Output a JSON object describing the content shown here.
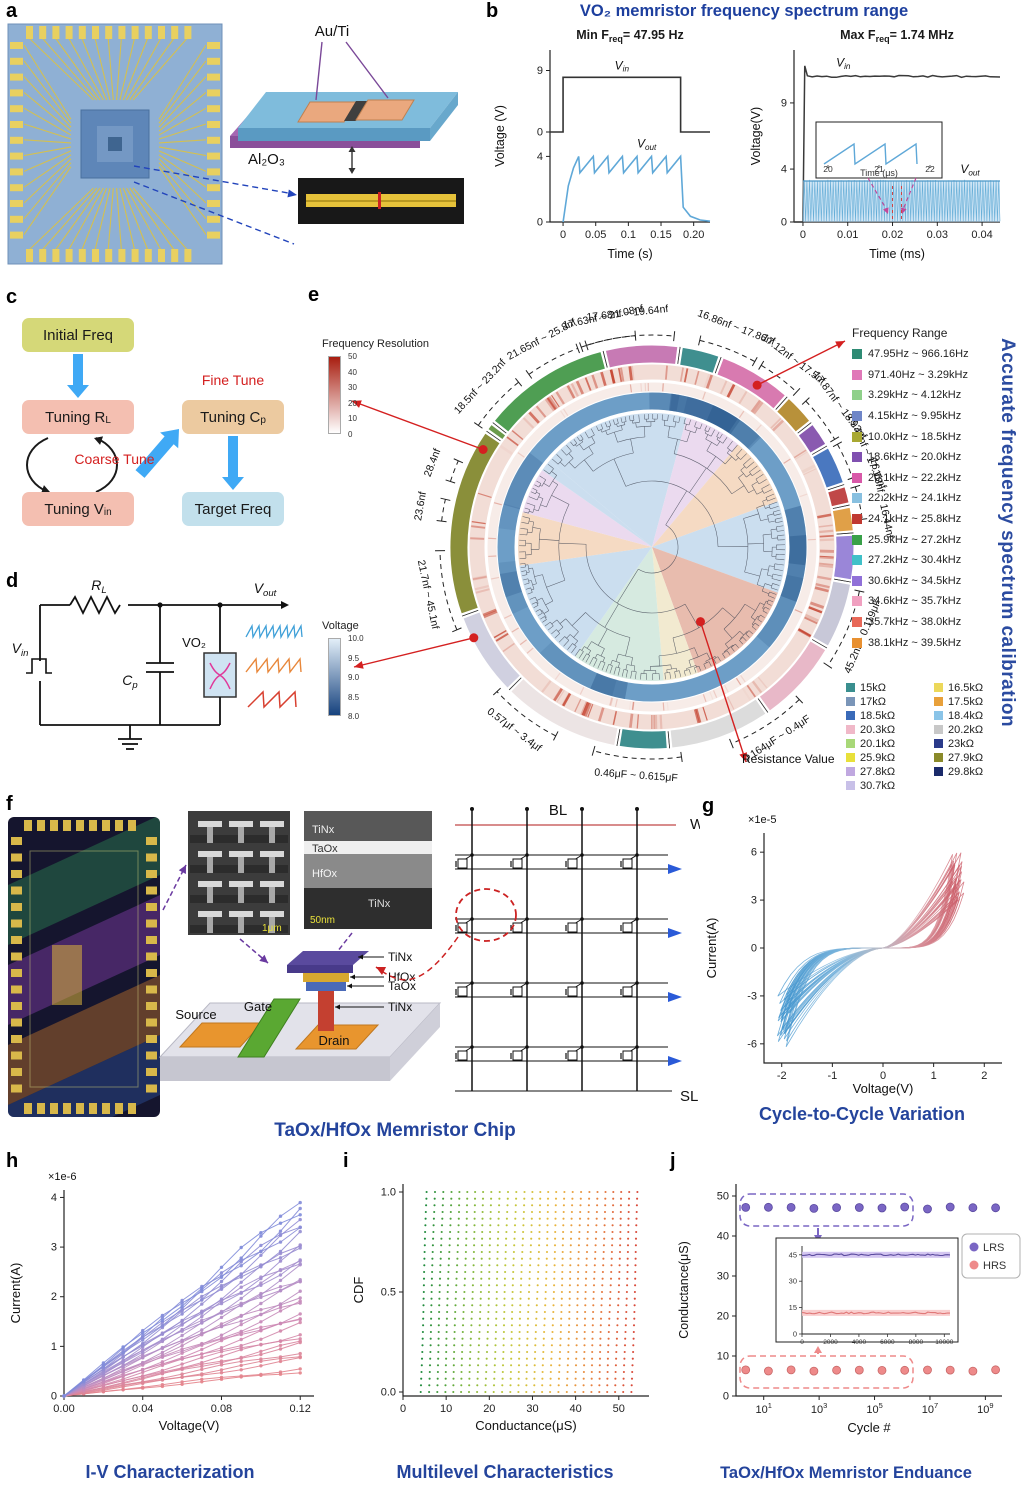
{
  "figure": {
    "panel_labels": {
      "a": "a",
      "b": "b",
      "c": "c",
      "d": "d",
      "e": "e",
      "f": "f",
      "g": "g",
      "h": "h",
      "i": "i",
      "j": "j"
    }
  },
  "panel_a": {
    "au_ti": "Au/Ti",
    "al2o3": "Al₂O₃"
  },
  "panel_b": {
    "title": "VO₂ memristor frequency spectrum range",
    "left": {
      "subtitle_main": "Min F",
      "subtitle_sub": "req",
      "subtitle_rest": "= 47.95 Hz",
      "ylabel": "Voltage (V)",
      "xlabel": "Time (s)",
      "vin_main": "V",
      "vin_sub": "in",
      "vout_main": "V",
      "vout_sub": "out",
      "xticks": [
        "0",
        "0.05",
        "0.1",
        "0.15",
        "0.20"
      ],
      "yticks_vin": [
        "9",
        "0"
      ],
      "yticks_vout": [
        "4",
        "0"
      ]
    },
    "right": {
      "subtitle_main": "Max F",
      "subtitle_sub": "req",
      "subtitle_rest": "= 1.74 MHz",
      "ylabel": "Voltage(V)",
      "xlabel": "Time (ms)",
      "vin_main": "V",
      "vin_sub": "in",
      "vout_main": "V",
      "vout_sub": "out",
      "xticks": [
        "0",
        "0.01",
        "0.02",
        "0.03",
        "0.04"
      ],
      "yticks": [
        "9",
        "4",
        "0"
      ],
      "inset_xticks": [
        "20",
        "21",
        "22"
      ],
      "inset_xlabel": "Time (μs)"
    }
  },
  "panel_c": {
    "initial": "Initial Freq",
    "tuning_rl_main": "Tuning R",
    "tuning_rl_sub": "L",
    "tuning_vin_main": "Tuning V",
    "tuning_vin_sub": "in",
    "tuning_cp_main": "Tuning C",
    "tuning_cp_sub": "p",
    "coarse": "Coarse Tune",
    "fine": "Fine Tune",
    "target": "Target Freq"
  },
  "panel_d": {
    "vin_main": "V",
    "vin_sub": "in",
    "rl_main": "R",
    "rl_sub": "L",
    "cp_main": "C",
    "cp_sub": "p",
    "vo2": "VO₂",
    "vout_main": "V",
    "vout_sub": "out"
  },
  "panel_e": {
    "side_title": "Accurate frequency spectrum calibration",
    "colorbar_resolution": {
      "title": "Frequency Resolution",
      "ticks": [
        "50",
        "40",
        "30",
        "20",
        "10",
        "0"
      ]
    },
    "colorbar_voltage": {
      "title": "Voltage",
      "ticks": [
        "10.0",
        "9.5",
        "9.0",
        "8.5",
        "8.0"
      ]
    },
    "freq_legend_title": "Frequency Range",
    "freq_legend": [
      {
        "label": "47.95Hz ~ 966.16Hz",
        "color": "#2e8b74"
      },
      {
        "label": "971.40Hz ~ 3.29kHz",
        "color": "#e078b8"
      },
      {
        "label": "3.29kHz ~ 4.12kHz",
        "color": "#8fd08a"
      },
      {
        "label": "4.15kHz ~ 9.95kHz",
        "color": "#6f86c8"
      },
      {
        "label": "10.0kHz ~ 18.5kHz",
        "color": "#a8a832"
      },
      {
        "label": "18.6kHz ~ 20.0kHz",
        "color": "#8050b0"
      },
      {
        "label": "20.1kHz ~ 22.2kHz",
        "color": "#d858a8"
      },
      {
        "label": "22.2kHz ~ 24.1kHz",
        "color": "#88c0e0"
      },
      {
        "label": "24.1kHz ~ 25.8kHz",
        "color": "#c03830"
      },
      {
        "label": "25.9kHz ~ 27.2kHz",
        "color": "#38a048"
      },
      {
        "label": "27.2kHz ~ 30.4kHz",
        "color": "#40c0c8"
      },
      {
        "label": "30.6kHz ~ 34.5kHz",
        "color": "#9070d8"
      },
      {
        "label": "34.6kHz ~ 35.7kHz",
        "color": "#f0a0c0"
      },
      {
        "label": "35.7kHz ~ 38.0kHz",
        "color": "#e86858"
      },
      {
        "label": "38.1kHz ~ 39.5kHz",
        "color": "#e89030"
      }
    ],
    "resistance_label": "Resistance Value",
    "resistance_legend": [
      {
        "label": "15kΩ",
        "color": "#3a8f8f"
      },
      {
        "label": "16.5kΩ",
        "color": "#ecd85a"
      },
      {
        "label": "17kΩ",
        "color": "#7a95b8"
      },
      {
        "label": "17.5kΩ",
        "color": "#e8a03a"
      },
      {
        "label": "18.5kΩ",
        "color": "#3a6ab8"
      },
      {
        "label": "18.4kΩ",
        "color": "#8ac4e8"
      },
      {
        "label": "20.3kΩ",
        "color": "#f0b8c8"
      },
      {
        "label": "20.2kΩ",
        "color": "#c8c8c8"
      },
      {
        "label": "20.1kΩ",
        "color": "#a8d878"
      },
      {
        "label": "23kΩ",
        "color": "#2a3a8a"
      },
      {
        "label": "25.9kΩ",
        "color": "#e8e03a"
      },
      {
        "label": "27.9kΩ",
        "color": "#8a8a2a"
      },
      {
        "label": "27.8kΩ",
        "color": "#c0a8e0"
      },
      {
        "label": "29.8kΩ",
        "color": "#1a2a6a"
      },
      {
        "label": "30.7kΩ",
        "color": "#c8c0e8"
      }
    ]
  },
  "panel_f": {
    "sem1_scale": "1μm",
    "sem2_scale": "50nm",
    "sem2_layers": [
      "TiNx",
      "TaOx",
      "HfOx",
      "TiNx"
    ],
    "stack_labels": [
      "TiNx",
      "HfOx",
      "TaOx",
      "TiNx"
    ],
    "source": "Source",
    "gate": "Gate",
    "drain": "Drain",
    "bl": "BL",
    "wl": "WL",
    "sl": "SL",
    "caption": "TaOx/HfOx Memristor Chip"
  },
  "panel_g": {
    "exp": "×1e-5",
    "xlabel": "Voltage(V)",
    "ylabel": "Current(A)",
    "caption": "Cycle-to-Cycle Variation"
  },
  "panel_h": {
    "exp": "×1e-6",
    "xlabel": "Voltage(V)",
    "ylabel": "Current(A)",
    "xticks": [
      "0.00",
      "0.04",
      "0.08",
      "0.12"
    ],
    "caption": "I-V Characterization"
  },
  "panel_i": {
    "xlabel": "Conductance(μS)",
    "ylabel": "CDF",
    "yticks": [
      "0.0",
      "0.5",
      "1.0"
    ],
    "caption": "Multilevel Characteristics"
  },
  "panel_j": {
    "xlabel": "Cycle #",
    "ylabel": "Conductance(μS)",
    "xticks": [
      {
        "b": "10",
        "e": "1"
      },
      {
        "b": "10",
        "e": "3"
      },
      {
        "b": "10",
        "e": "5"
      },
      {
        "b": "10",
        "e": "7"
      },
      {
        "b": "10",
        "e": "9"
      }
    ],
    "legend": [
      {
        "label": "LRS",
        "color": "#7a66c4"
      },
      {
        "label": "HRS",
        "color": "#ee8a8a"
      }
    ],
    "inset": {
      "yticks": [
        "45",
        "30",
        "15",
        "0"
      ],
      "xticks": [
        "0",
        "2000",
        "4000",
        "6000",
        "8000",
        "10000"
      ]
    },
    "caption": "TaOx/HfOx Memristor Enduance"
  },
  "chart_data": [
    {
      "id": "b_left",
      "type": "line",
      "title": "Min Freq= 47.95 Hz",
      "xlabel": "Time (s)",
      "ylabel": "Voltage (V)",
      "xlim": [
        -0.02,
        0.225
      ],
      "x_ticks": [
        0,
        0.05,
        0.1,
        0.15,
        0.2
      ],
      "y_ticks_vin": [
        9,
        0
      ],
      "y_ticks_vout": [
        4,
        0
      ],
      "series": [
        {
          "name": "Vin",
          "kind": "pulse",
          "level_V": 8,
          "t_on": 0,
          "t_off": 0.18
        },
        {
          "name": "Vout",
          "kind": "sawtooth",
          "peak_V": 4,
          "trough_V": 3,
          "n_teeth": 7,
          "t_end": 0.18,
          "freq_Hz": 47.95
        }
      ]
    },
    {
      "id": "b_right",
      "type": "line",
      "title": "Max Freq= 1.74 MHz",
      "xlabel": "Time (ms)",
      "ylabel": "Voltage(V)",
      "xlim": [
        -0.002,
        0.044
      ],
      "x_ticks": [
        0,
        0.01,
        0.02,
        0.03,
        0.04
      ],
      "y_ticks": [
        9,
        4,
        0
      ],
      "series": [
        {
          "name": "Vin",
          "kind": "step",
          "level_V": 11
        },
        {
          "name": "Vout",
          "kind": "oscillation-band",
          "min_V": 0,
          "max_V": 3.1,
          "freq_MHz": 1.74
        }
      ],
      "inset": {
        "x_ticks_us": [
          20,
          21,
          22
        ],
        "xlabel": "Time (μs)",
        "waveform": "sawtooth"
      }
    },
    {
      "id": "e_circular",
      "type": "other",
      "subtype": "circular-dendrogram-heatmap",
      "rings_outside_in": [
        "capacitance range labels",
        "frequency range segments",
        "frequency resolution heatmap",
        "voltage ring",
        "resistance dendrogram"
      ],
      "colorbars": {
        "resolution_min": 0,
        "resolution_max": 50,
        "voltage_min": 8.0,
        "voltage_max": 10.0
      },
      "capacitance_labels": [
        {
          "t": "17.68nf ~ 19.64nf",
          "a": -6,
          "s": 24
        },
        {
          "t": "16.86nf ~ 17.86nf",
          "a": 21,
          "s": 16
        },
        {
          "t": "17.12nf ~ 17.5nf",
          "a": 37,
          "s": 12
        },
        {
          "t": "17.87nf ~ 18.93nf",
          "a": 53,
          "s": 13
        },
        {
          "t": "16.44nf ~ 17.11nf",
          "a": 66,
          "s": 10
        },
        {
          "t": "16.13nf ~ 16.44nf",
          "a": 78,
          "s": 9
        },
        {
          "t": "45.2nf ~ 0.119μF",
          "a": 113,
          "s": 22
        },
        {
          "t": "0.164μF ~ 0.4μF",
          "a": 147,
          "s": 22
        },
        {
          "t": "0.46μF ~ 0.615μF",
          "a": 184,
          "s": 24
        },
        {
          "t": "0.57μf ~ 3.4μf",
          "a": 217,
          "s": 20
        },
        {
          "t": "21.7nf ~ 45.1nf",
          "a": 258,
          "s": 22
        },
        {
          "t": "23.6nf",
          "a": 280,
          "s": 6
        },
        {
          "t": "28.4nf",
          "a": 291,
          "s": 6
        },
        {
          "t": "18.5nf ~ 23.2nf",
          "a": 313,
          "s": 16
        },
        {
          "t": "21.65nf ~ 25.8nf",
          "a": 332,
          "s": 15
        },
        {
          "t": "17.63nf ~ 21.08nf",
          "a": 348,
          "s": 15
        }
      ],
      "ring_segments": [
        {
          "c": "#4f9e53",
          "a0": -52,
          "a1": -14
        },
        {
          "c": "#c77ab4",
          "a0": -14,
          "a1": 8
        },
        {
          "c": "#3f8f8f",
          "a0": 8,
          "a1": 20
        },
        {
          "c": "#d87ab0",
          "a0": 20,
          "a1": 42
        },
        {
          "c": "#b8913a",
          "a0": 42,
          "a1": 52
        },
        {
          "c": "#8a5ab0",
          "a0": 52,
          "a1": 60
        },
        {
          "c": "#4a78c0",
          "a0": 60,
          "a1": 72
        },
        {
          "c": "#c04848",
          "a0": 72,
          "a1": 78
        },
        {
          "c": "#e0a048",
          "a0": 78,
          "a1": 86
        },
        {
          "c": "#9a86d8",
          "a0": 86,
          "a1": 100
        },
        {
          "c": "#c8c8d8",
          "a0": 100,
          "a1": 120
        },
        {
          "c": "#e8b8c8",
          "a0": 120,
          "a1": 145
        },
        {
          "c": "#dcdcdc",
          "a0": 145,
          "a1": 175
        },
        {
          "c": "#3f8f8f",
          "a0": 175,
          "a1": 190
        },
        {
          "c": "#ece4e4",
          "a0": 190,
          "a1": 225
        },
        {
          "c": "#d0d0e0",
          "a0": 225,
          "a1": 250
        },
        {
          "c": "#8a8f3a",
          "a0": 250,
          "a1": 305
        },
        {
          "c": "#6a9a4a",
          "a0": 305,
          "a1": 308
        }
      ],
      "wedges": [
        {
          "c": "#c2d8ec",
          "a": [
            -50,
            15
          ]
        },
        {
          "c": "#e8d4ec",
          "a": [
            15,
            40
          ]
        },
        {
          "c": "#f3d3b8",
          "a": [
            40,
            70
          ]
        },
        {
          "c": "#c2d8ec",
          "a": [
            70,
            110
          ]
        },
        {
          "c": "#e4b0a0",
          "a": [
            110,
            160
          ]
        },
        {
          "c": "#f0e6c8",
          "a": [
            160,
            175
          ]
        },
        {
          "c": "#cfe6da",
          "a": [
            175,
            215
          ]
        },
        {
          "c": "#c2d8ec",
          "a": [
            215,
            262
          ]
        },
        {
          "c": "#f3d3b8",
          "a": [
            262,
            285
          ]
        },
        {
          "c": "#e8d4ec",
          "a": [
            285,
            305
          ]
        },
        {
          "c": "#c2d8ec",
          "a": [
            305,
            310
          ]
        }
      ]
    },
    {
      "id": "g",
      "type": "line",
      "xlabel": "Voltage(V)",
      "ylabel": "Current(A)",
      "y_scale": "1e-5",
      "xlim": [
        -2,
        2
      ],
      "ylim": [
        -6,
        6
      ],
      "x_ticks": [
        -2,
        -1,
        0,
        1,
        2
      ],
      "y_ticks": [
        -6,
        -3,
        0,
        3,
        6
      ],
      "n_cycles": 28,
      "v_set_max": 1.6,
      "i_max": 6,
      "description": "pinched hysteresis loops showing cycle-to-cycle variation"
    },
    {
      "id": "h",
      "type": "line",
      "xlabel": "Voltage(V)",
      "ylabel": "Current(A)",
      "y_scale": "1e-6",
      "xlim": [
        0,
        0.12
      ],
      "ylim": [
        0,
        4
      ],
      "x_ticks": [
        0,
        0.04,
        0.08,
        0.12
      ],
      "y_ticks": [
        0,
        1,
        2,
        3,
        4
      ],
      "n_lines": 34,
      "end_current_range": [
        0.5,
        3.85
      ],
      "description": "linear multilevel I-V fan with markers"
    },
    {
      "id": "i",
      "type": "line",
      "xlabel": "Conductance(μS)",
      "ylabel": "CDF",
      "xlim": [
        0,
        57
      ],
      "ylim": [
        0,
        1
      ],
      "x_ticks": [
        0,
        10,
        20,
        30,
        40,
        50
      ],
      "y_ticks": [
        0,
        0.5,
        1
      ],
      "n_levels": 27,
      "level_first_uS": 4.8,
      "level_step_uS": 1.88,
      "description": "CDF of 27 conductance states from ~5 to ~55 μS"
    },
    {
      "id": "j",
      "type": "scatter",
      "xlabel": "Cycle #",
      "ylabel": "Conductance(μS)",
      "x_scale": "log",
      "x_ticks_pow": [
        1,
        3,
        5,
        7,
        9
      ],
      "ylim": [
        0,
        50
      ],
      "y_ticks": [
        0,
        10,
        20,
        30,
        40,
        50
      ],
      "n_points": 12,
      "series": [
        {
          "name": "LRS",
          "value_uS": 47
        },
        {
          "name": "HRS",
          "value_uS": 6.3
        }
      ],
      "inset": {
        "xlim": [
          0,
          10000
        ],
        "x_ticks": [
          0,
          2000,
          4000,
          6000,
          8000,
          10000
        ],
        "y_ticks": [
          45,
          30,
          15,
          0
        ],
        "lrs_uS": 45,
        "hrs_uS": 12
      }
    }
  ]
}
